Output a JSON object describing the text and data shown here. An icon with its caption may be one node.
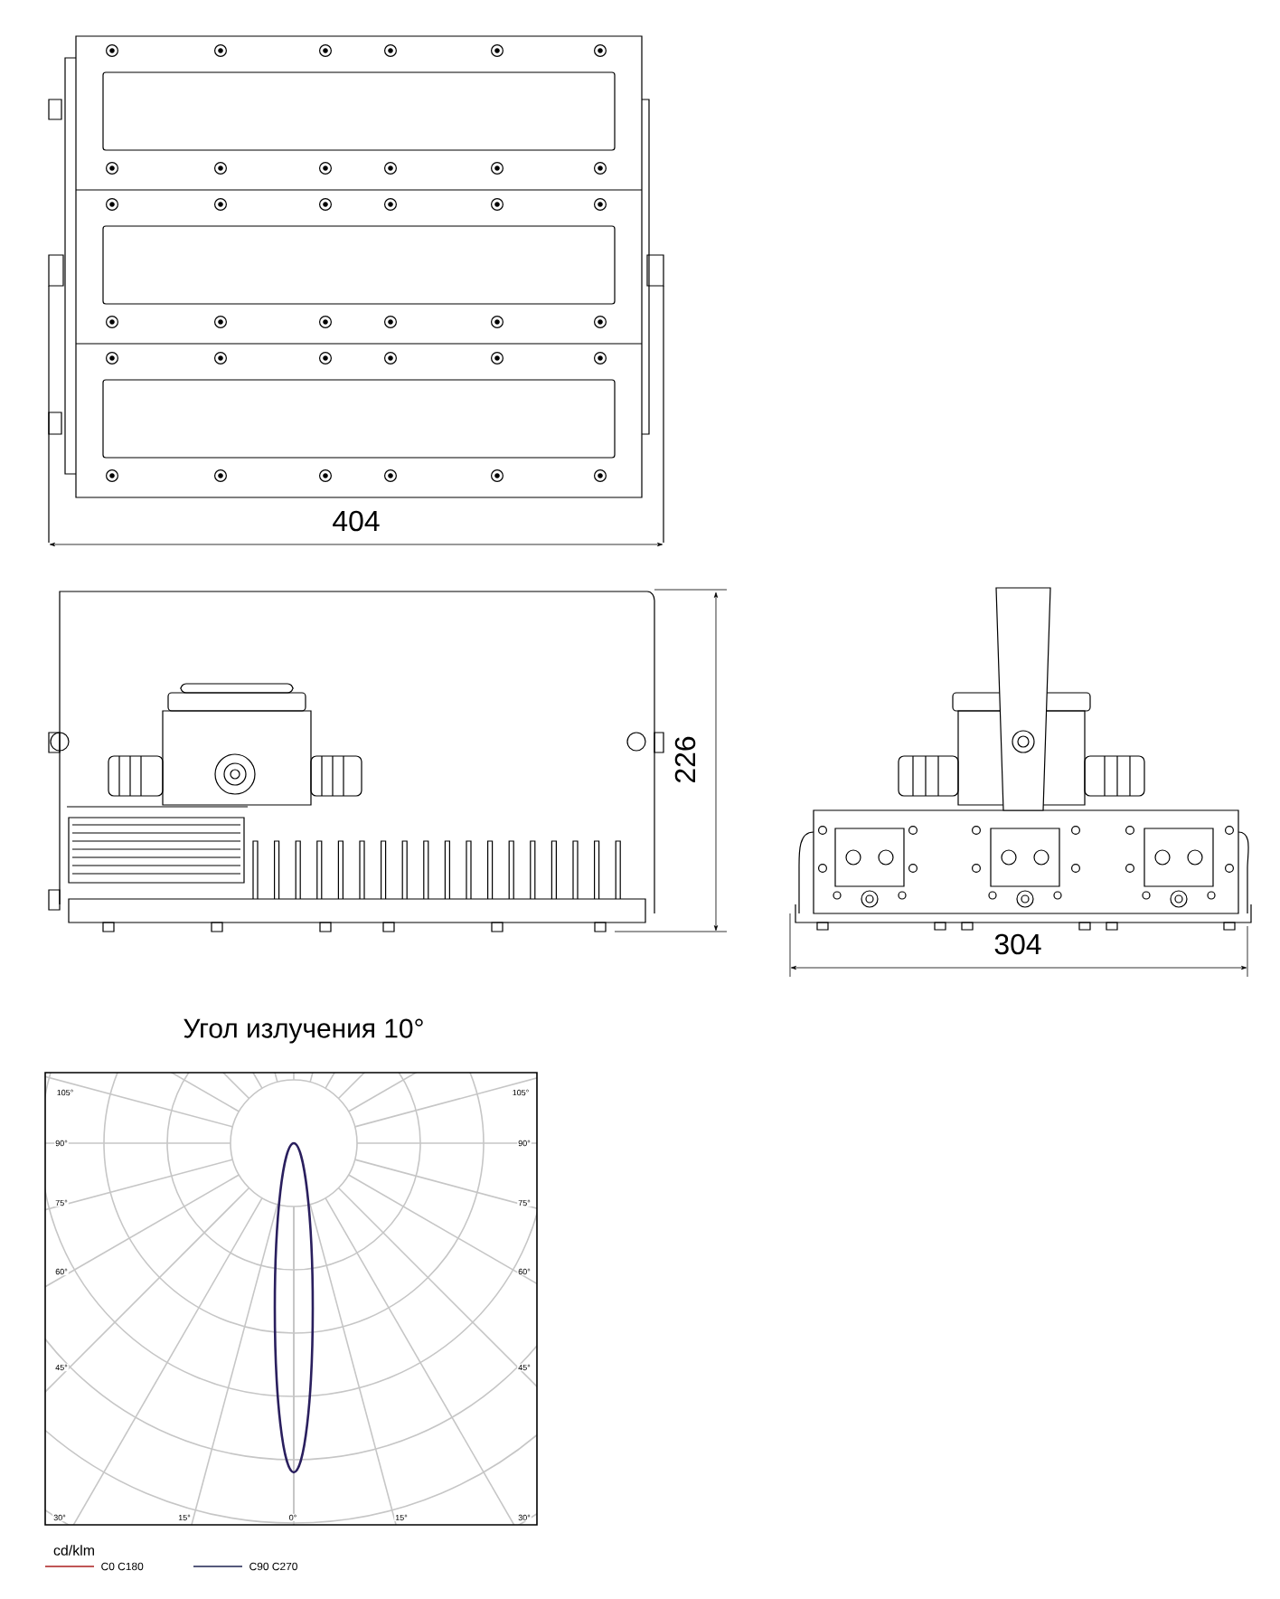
{
  "diagram": {
    "title": "Угол излучения 10°",
    "labels": [
      "404",
      "226",
      "304",
      "105°",
      "105°",
      "90°",
      "90°",
      "75°",
      "75°",
      "60°",
      "60°",
      "45°",
      "45°",
      "30°",
      "15°",
      "0°",
      "15°",
      "30°",
      "cd/klm"
    ],
    "legend": [
      {
        "text": "C0 C180"
      },
      {
        "text": "C90 C270"
      }
    ]
  }
}
